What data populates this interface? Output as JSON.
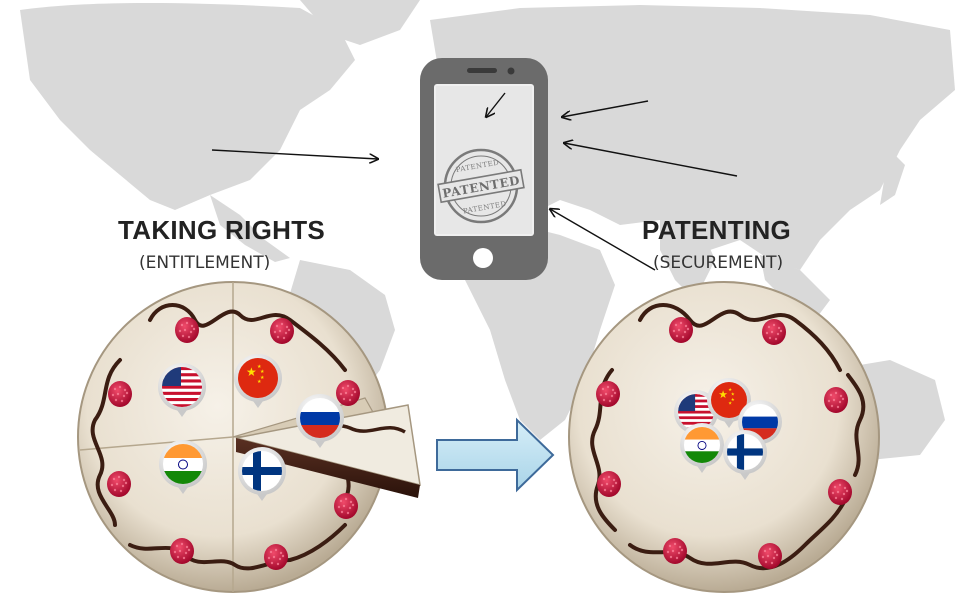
{
  "left_panel": {
    "title": "TAKING RIGHTS",
    "subtitle": "(ENTITLEMENT)",
    "flags": [
      "us-flag-icon",
      "china-flag-icon",
      "russia-flag-icon",
      "india-flag-icon",
      "finland-flag-icon"
    ]
  },
  "right_panel": {
    "title": "PATENTING",
    "subtitle": "(SECUREMENT)",
    "flags": [
      "us-flag-icon",
      "china-flag-icon",
      "russia-flag-icon",
      "india-flag-icon",
      "finland-flag-icon"
    ]
  },
  "phone": {
    "stamp_text": "PATENTED"
  },
  "colors": {
    "map": "#d9d9d9",
    "phone": "#6b6b6b",
    "cake": "#ece4d6",
    "chocolate": "#3b1d12",
    "raspberry": "#c8103a",
    "transition_arrow": "#b9dff0",
    "transition_arrow_border": "#3e6a9a"
  },
  "icons": {
    "transition": "right-block-arrow-icon",
    "stamp": "patented-stamp-icon"
  }
}
